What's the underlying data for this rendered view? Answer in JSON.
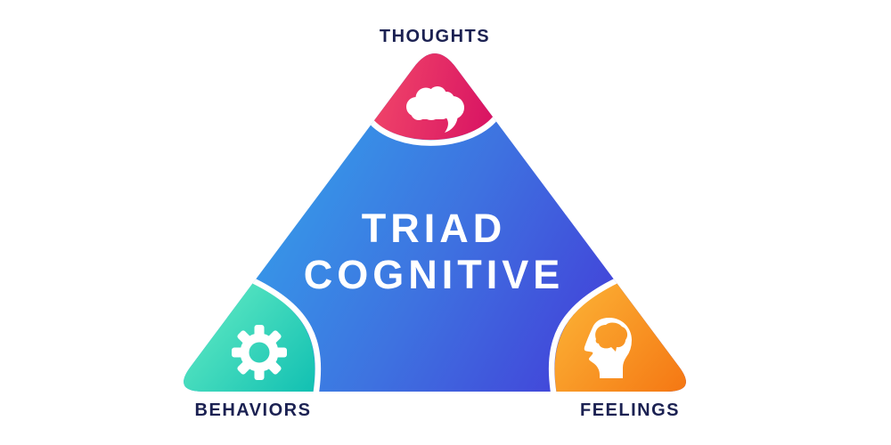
{
  "page": {
    "background": "#FFFFFF"
  },
  "diagram": {
    "kind": "cognitive-triad-infographic",
    "center_title": {
      "line1": "TRIAD",
      "line2": "COGNITIVE",
      "text_color": "#FFFFFF"
    },
    "label_color": "#1B2152",
    "triangle": {
      "gradient_from": "#31AEED",
      "gradient_mid": "#3E72E0",
      "gradient_to": "#4526D5"
    },
    "nodes": {
      "thoughts": {
        "label": "THOUGHTS",
        "icon": "thought-cloud-icon",
        "gradient_from": "#F04569",
        "gradient_to": "#D60E62"
      },
      "behaviors": {
        "label": "BEHAVIORS",
        "icon": "gear-icon",
        "gradient_from": "#5FE9C2",
        "gradient_to": "#10BFB2"
      },
      "feelings": {
        "label": "FEELINGS",
        "icon": "head-brain-icon",
        "gradient_from": "#FBAE33",
        "gradient_to": "#F4700F"
      }
    }
  }
}
